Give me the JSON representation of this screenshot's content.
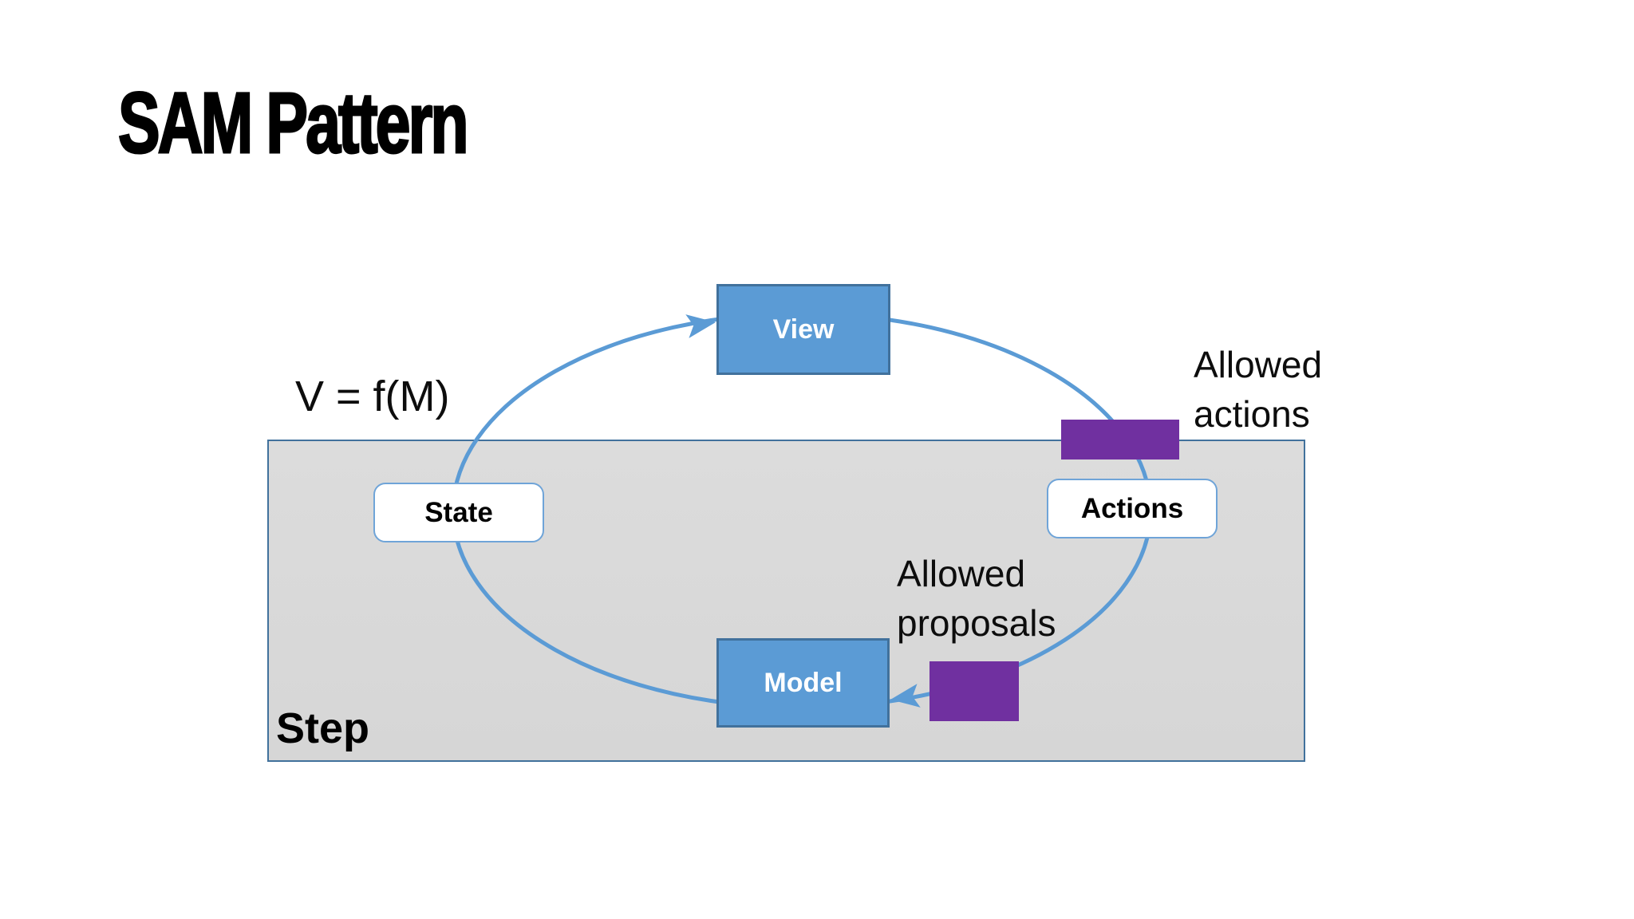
{
  "slide": {
    "title": "SAM Pattern",
    "formula": "V = f(M)",
    "step": {
      "label": "Step"
    },
    "nodes": {
      "view": {
        "label": "View"
      },
      "state": {
        "label": "State"
      },
      "actions": {
        "label": "Actions"
      },
      "model": {
        "label": "Model"
      }
    },
    "annotations": {
      "allowed_actions": {
        "line1": "Allowed",
        "line2": "actions"
      },
      "allowed_proposals": {
        "line1": "Allowed",
        "line2": "proposals"
      }
    },
    "colors": {
      "node_blue_fill": "#5B9BD5",
      "node_blue_border": "#41719C",
      "node_white_border": "#6FA4D8",
      "purple": "#7030A0",
      "arc_blue": "#5B9BD5",
      "step_fill": "#D9D9D9",
      "step_border": "#41719C",
      "text": "#000000"
    }
  }
}
